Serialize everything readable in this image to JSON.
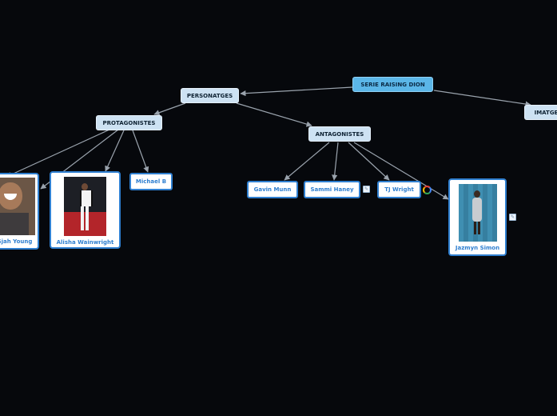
{
  "root": {
    "label": "SERIE RAISING DION"
  },
  "personatges": {
    "label": "PERSONATGES"
  },
  "imatges": {
    "label": "IMATGES"
  },
  "protagonistes": {
    "label": "PROTAGONISTES"
  },
  "antagonistes": {
    "label": "ANTAGONISTES"
  },
  "protagonist_nodes": {
    "young": {
      "label": "Sjah Young"
    },
    "alisha": {
      "label": "Alisha Wainwright"
    },
    "michael": {
      "label": "Michael B"
    }
  },
  "antagonist_nodes": {
    "gavin": {
      "label": "Gavin Munn"
    },
    "sammi": {
      "label": "Sammi Haney"
    },
    "tj": {
      "label": "TJ Wright"
    },
    "jazmyn": {
      "label": "Jazmyn Simon"
    }
  },
  "colors": {
    "background": "#06080c",
    "root": "#5bb6e8",
    "category": "#cde2f3",
    "leaf_border": "#2f7fd0",
    "connector": "#9aa3ad"
  },
  "icons": {
    "note": "note-icon",
    "link": "google-link-icon"
  }
}
